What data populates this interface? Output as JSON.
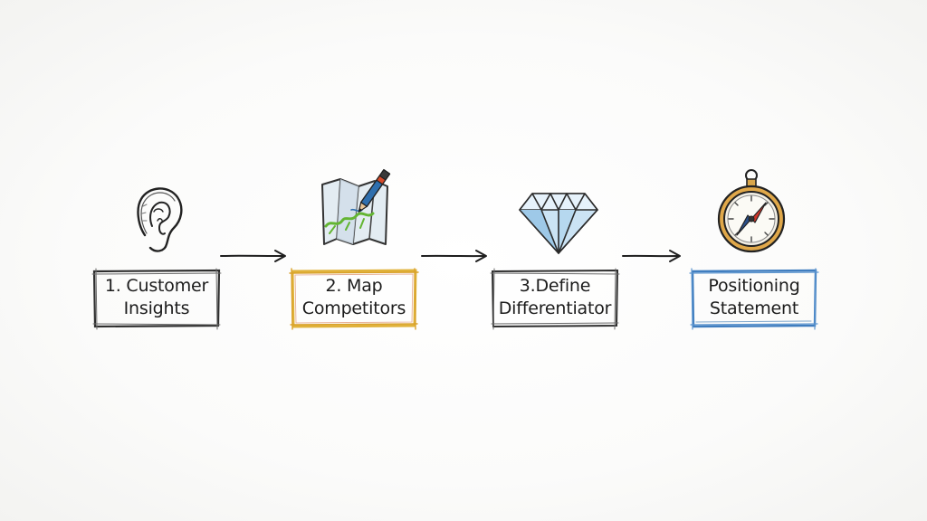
{
  "steps": [
    {
      "line1": "1. Customer",
      "line2": "Insights",
      "icon": "ear-icon",
      "frame_color": "#3a3a3a"
    },
    {
      "line1": "2. Map",
      "line2": "Competitors",
      "icon": "map-pencil-icon",
      "frame_color": "#e0b23a"
    },
    {
      "line1": "3.Define",
      "line2": "Differentiator",
      "icon": "diamond-icon",
      "frame_color": "#3a3a3a"
    },
    {
      "line1": "Positioning",
      "line2": "Statement",
      "icon": "compass-icon",
      "frame_color": "#4a86c5"
    }
  ],
  "connector_icon": "arrow-right-icon"
}
